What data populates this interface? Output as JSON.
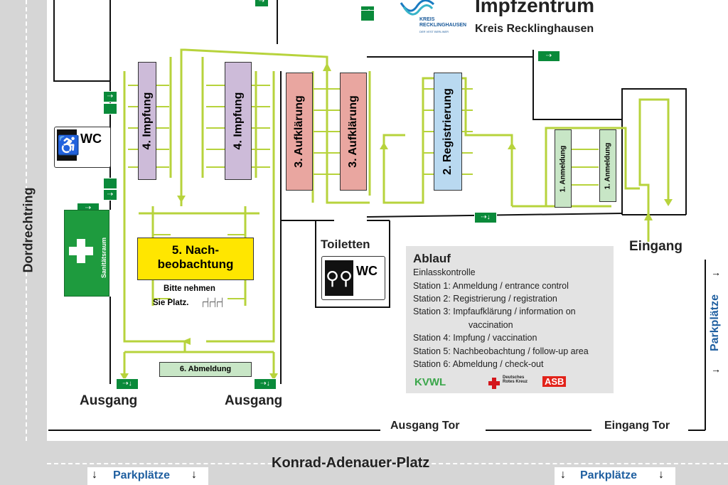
{
  "header": {
    "logo_line1": "KREIS",
    "logo_line2": "RECKLINGHAUSEN",
    "logo_line3": "DER VEST BERLINER",
    "title": "Impfzentrum",
    "subtitle": "Kreis Recklinghausen"
  },
  "stations": {
    "impfung_a": "4. Impfung",
    "impfung_b": "4. Impfung",
    "aufklaerung_a": "3. Aufklärung",
    "aufklaerung_b": "3. Aufklärung",
    "registrierung": "2. Registrierung",
    "anmeldung_a": "1. Anmeldung",
    "anmeldung_b": "1. Anmeldung",
    "nachbeobachtung_line1": "5. Nach-",
    "nachbeobachtung_line2": "beobachtung",
    "abmeldung": "6. Abmeldung",
    "bitte_line1": "Bitte nehmen",
    "bitte_line2": "Sie Platz."
  },
  "rooms": {
    "wc": "WC",
    "toiletten": "Toiletten",
    "toiletten_wc": "WC",
    "sanitaetsraum": "Sanitätsraum"
  },
  "labels": {
    "eingang": "Eingang",
    "ausgang_left": "Ausgang",
    "ausgang_right": "Ausgang",
    "ausgang_tor": "Ausgang Tor",
    "eingang_tor": "Eingang Tor",
    "street_left": "Dordrechtring",
    "street_bottom": "Konrad-Adenauer-Platz",
    "parking_right": "Parkplätze",
    "parking_bottom_left": "Parkplätze",
    "parking_bottom_right": "Parkplätze"
  },
  "legend": {
    "title": "Ablauf",
    "lines": [
      "Einlasskontrolle",
      "Station 1: Anmeldung / entrance control",
      "Station 2: Registrierung / registration",
      "Station 3: Impfaufklärung / information on",
      "vaccination",
      "Station 4: Impfung / vaccination",
      "Station 5: Nachbeobachtung / follow-up area",
      "Station 6: Abmeldung / check-out"
    ],
    "sponsors": [
      "KVWL",
      "Deutsches Rotes Kreuz",
      "ASB"
    ]
  },
  "colors": {
    "path": "#b7d33c",
    "impfung": "#cdbbd9",
    "aufklaerung": "#e9a6a0",
    "registrierung": "#b9d9f0",
    "anmeldung": "#c8e6c6",
    "nachbeobachtung": "#ffe600",
    "sanitaet": "#1e9b3e",
    "exit_sign": "#0a8a3a",
    "road": "#d6d6d6",
    "parking_text": "#1f5fa0"
  }
}
